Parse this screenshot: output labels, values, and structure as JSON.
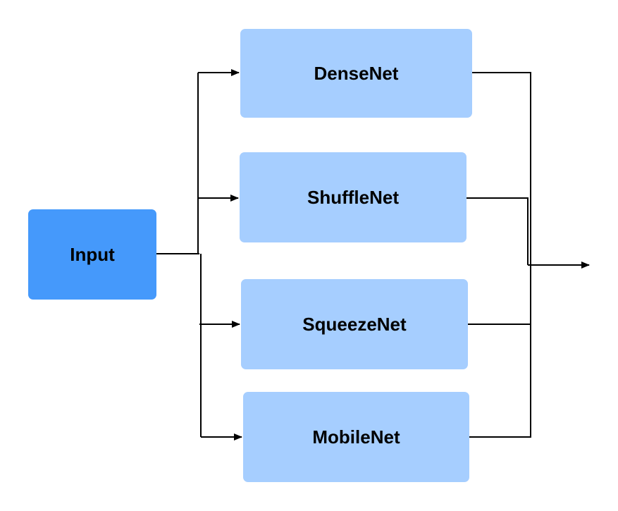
{
  "colors": {
    "input_fill": "#4599fb",
    "model_fill": "#a6ceff",
    "line": "#000000"
  },
  "input": {
    "label": "Input"
  },
  "models": [
    {
      "label": "DenseNet"
    },
    {
      "label": "ShuffleNet"
    },
    {
      "label": "SqueezeNet"
    },
    {
      "label": "MobileNet"
    }
  ]
}
